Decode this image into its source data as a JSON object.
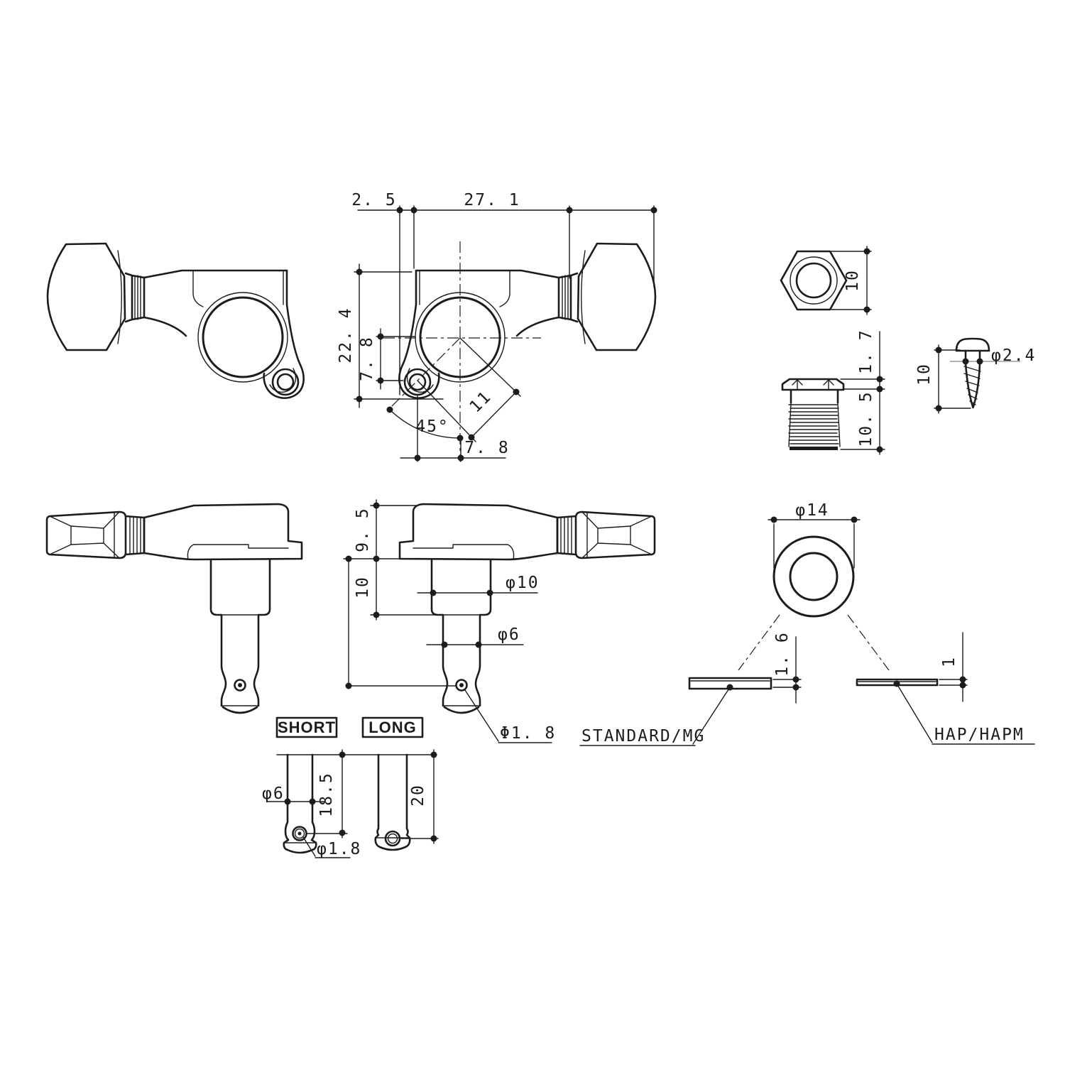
{
  "title": "tuning-machine-technical-drawing",
  "colors": {
    "line": "#1c1c1c",
    "background": "#ffffff",
    "reference_line": "#b3b3b3"
  },
  "front_view": {
    "plate_offset": "2. 5",
    "body_width": "27. 1",
    "body_height": "22. 4",
    "hole_offset_v": "7. 8",
    "hole_distance": "11",
    "hole_angle": "45°",
    "hole_offset_h": "7. 8"
  },
  "hex_nut": {
    "across_flats": "10"
  },
  "bushing": {
    "head_height": "1. 7",
    "thread_length": "10. 5"
  },
  "screw": {
    "length": "10",
    "diameter": "φ2.4"
  },
  "washer": {
    "outer_diameter": "φ14",
    "standard": {
      "thickness": "1. 6",
      "label": "STANDARD/MG"
    },
    "hap": {
      "thickness": "1",
      "label": "HAP/HAPM"
    }
  },
  "side_view": {
    "housing_height": "9. 5",
    "boss_length": "10",
    "boss_diameter": "φ10",
    "post_diameter": "φ6",
    "string_hole": "Φ1. 8"
  },
  "post_detail": {
    "short": {
      "label": "SHORT",
      "diameter": "φ6",
      "length": "18.5",
      "hole": "φ1.8"
    },
    "long": {
      "label": "LONG",
      "length": "20"
    }
  }
}
